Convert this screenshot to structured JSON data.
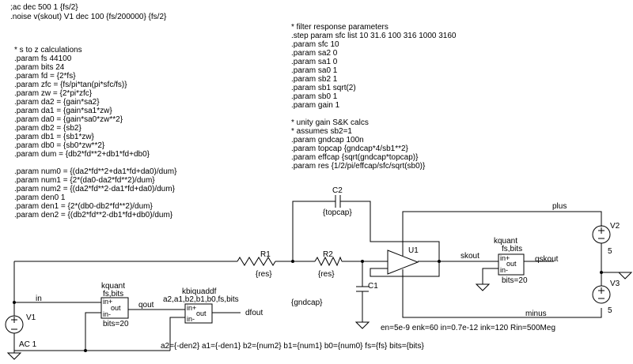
{
  "directives_top": [
    ";ac dec 500 1 {fs/2}",
    ".noise v(skout) V1 dec 100 {fs/200000} {fs/2}"
  ],
  "left_block": [
    "* s to z calculations",
    ".param fs 44100",
    ".param bits 24",
    ".param fd = {2*fs}",
    ".param zfc = {fs/pi*tan(pi*sfc/fs)}",
    ".param zw = {2*pi*zfc}",
    ".param da2 = {gain*sa2}",
    ".param da1 = {gain*sa1*zw}",
    ".param da0 = {gain*sa0*zw**2}",
    ".param db2 = {sb2}",
    ".param db1 = {sb1*zw}",
    ".param db0 = {sb0*zw**2}",
    ".param dum = {db2*fd**2+db1*fd+db0}",
    "",
    ".param num0 = {(da2*fd**2+da1*fd+da0)/dum}",
    ".param num1 = {2*(da0-da2*fd**2)/dum}",
    ".param num2 = {(da2*fd**2-da1*fd+da0)/dum}",
    ".param den0 1",
    ".param den1 = {2*(db0-db2*fd**2)/dum}",
    ".param den2 = {(db2*fd**2-db1*fd+db0)/dum}"
  ],
  "right_block": [
    "* filter response parameters",
    ".step param sfc list 10 31.6 100 316 1000 3160",
    ".param sfc 10",
    ".param sa2 0",
    ".param sa1 0",
    ".param sa0 1",
    ".param sb2 1",
    ".param sb1 sqrt(2)",
    ".param sb0 1",
    ".param gain 1",
    "",
    "* unity gain S&K calcs",
    "* assumes sb2=1",
    ".param gndcap 100n",
    ".param topcap {gndcap*4/sb1**2}",
    ".param effcap {sqrt(gndcap*topcap)}",
    ".param res {1/2/pi/effcap/sfc/sqrt(sb0)}"
  ],
  "labels": {
    "c2": "C2",
    "topcap": "{topcap}",
    "r1": "R1",
    "r1_val": "{res}",
    "r2": "R2",
    "r2_val": "{res}",
    "c1": "C1",
    "gndcap": "{gndcap}",
    "u1": "U1",
    "plus": "plus",
    "minus": "minus",
    "v2": "V2",
    "v2_val": "5",
    "v3": "V3",
    "v3_val": "5",
    "skout": "skout",
    "qskout": "qskout",
    "kq2_name": "kquant",
    "kq2_params": "fs,bits",
    "kq2_bits": "bits=20",
    "kq1_name": "kquant",
    "kq1_params": "fs,bits",
    "kq1_bits": "bits=20",
    "kbiq_name": "kbiquaddf",
    "kbiq_params": "a2,a1,b2,b1,b0,fs,bits",
    "in": "in",
    "qout": "qout",
    "dfout": "dfout",
    "v1": "V1",
    "v1_val": "AC 1",
    "pin_inp": "in+",
    "pin_out": "out",
    "pin_inm": "in-",
    "opamp_params": "en=5e-9 enk=60 in=0.7e-12 ink=120 Rin=500Meg",
    "biquad_params": "a2={-den2} a1={-den1} b2={num2} b1={num1} b0={num0} fs={fs} bits={bits}"
  }
}
